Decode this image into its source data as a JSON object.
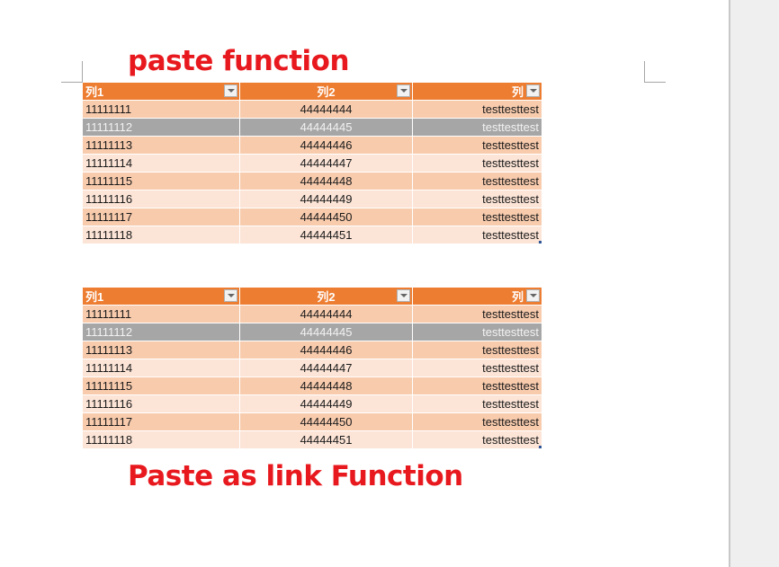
{
  "document": {
    "heading_1": "paste function",
    "heading_2": "Paste as link Function"
  },
  "tables": [
    {
      "name": "paste",
      "headers": [
        "列1",
        "列2",
        "列"
      ],
      "rows": [
        {
          "c1": "11111111",
          "c2": "44444444",
          "c3": "testtesttest",
          "style": "dark"
        },
        {
          "c1": "11111112",
          "c2": "44444445",
          "c3": "testtesttest",
          "style": "selected"
        },
        {
          "c1": "11111113",
          "c2": "44444446",
          "c3": "testtesttest",
          "style": "dark"
        },
        {
          "c1": "11111114",
          "c2": "44444447",
          "c3": "testtesttest",
          "style": "light"
        },
        {
          "c1": "11111115",
          "c2": "44444448",
          "c3": "testtesttest",
          "style": "dark"
        },
        {
          "c1": "11111116",
          "c2": "44444449",
          "c3": "testtesttest",
          "style": "light"
        },
        {
          "c1": "11111117",
          "c2": "44444450",
          "c3": "testtesttest",
          "style": "dark"
        },
        {
          "c1": "11111118",
          "c2": "44444451",
          "c3": "testtesttest",
          "style": "light"
        }
      ]
    },
    {
      "name": "paste-as-link",
      "headers": [
        "列1",
        "列2",
        "列"
      ],
      "rows": [
        {
          "c1": "11111111",
          "c2": "44444444",
          "c3": "testtesttest",
          "style": "dark"
        },
        {
          "c1": "11111112",
          "c2": "44444445",
          "c3": "testtesttest",
          "style": "selected"
        },
        {
          "c1": "11111113",
          "c2": "44444446",
          "c3": "testtesttest",
          "style": "dark"
        },
        {
          "c1": "11111114",
          "c2": "44444447",
          "c3": "testtesttest",
          "style": "light"
        },
        {
          "c1": "11111115",
          "c2": "44444448",
          "c3": "testtesttest",
          "style": "dark"
        },
        {
          "c1": "11111116",
          "c2": "44444449",
          "c3": "testtesttest",
          "style": "light"
        },
        {
          "c1": "11111117",
          "c2": "44444450",
          "c3": "testtesttest",
          "style": "dark"
        },
        {
          "c1": "11111118",
          "c2": "44444451",
          "c3": "testtesttest",
          "style": "light"
        }
      ]
    }
  ],
  "colors": {
    "heading": "#e8191e",
    "header_bg": "#ed7d31",
    "row_dark": "#f8cbad",
    "row_light": "#fce4d6",
    "row_selected": "#a6a6a6"
  }
}
